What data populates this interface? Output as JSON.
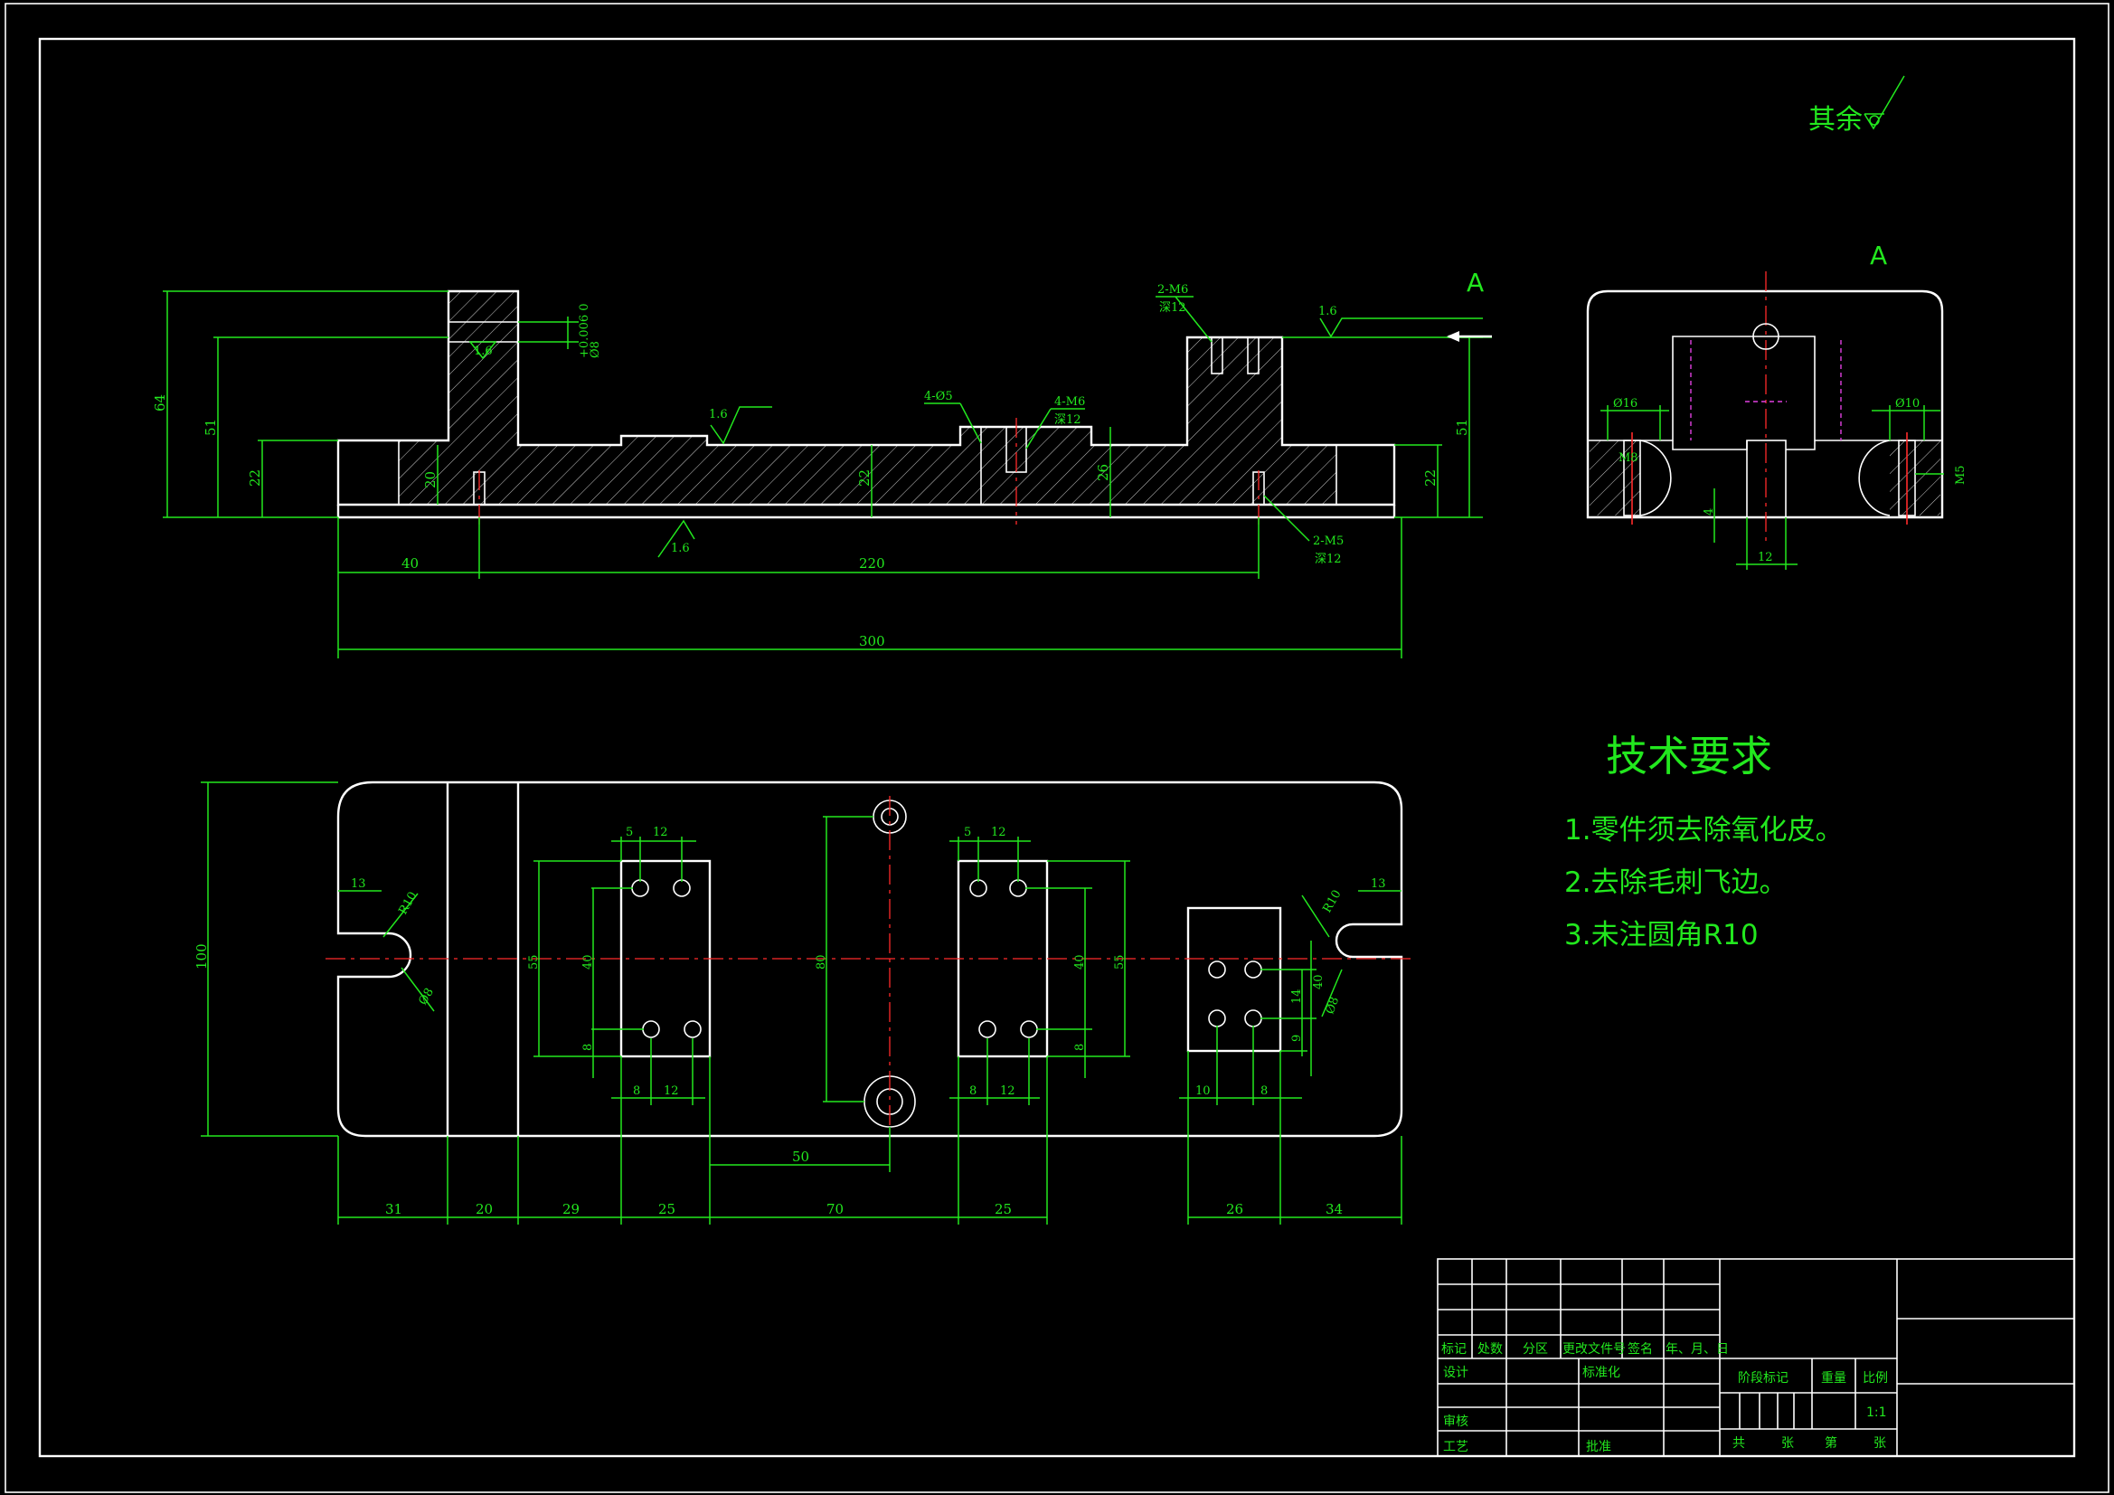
{
  "drawing": {
    "rough_note": "其余",
    "section_labels": [
      "A",
      "A"
    ],
    "tech_title": "技术要求",
    "tech_items": [
      "1.零件须去除氧化皮。",
      "2.去除毛刺飞边。",
      "3.未注圆角R10"
    ],
    "front_dims": {
      "d64": "64",
      "d51l": "51",
      "d22l": "22",
      "d20": "20",
      "d22m": "22",
      "d26": "26",
      "d51r": "51",
      "d22r": "22",
      "d40": "40",
      "d220": "220",
      "d300": "300",
      "r16a": "1.6",
      "r16b": "1.6",
      "r16c": "1.6",
      "r16d": "1.6",
      "hole_m6": "2-M6",
      "depth12a": "深12",
      "hole_4d5": "4-Ø5",
      "hole_4m6": "4-M6",
      "depth12b": "深12",
      "hole_m5": "2-M5",
      "depth12c": "深12",
      "fit": "Ø8",
      "fit_tol": "+0.006 0"
    },
    "side_dims": {
      "d16": "Ø16",
      "m8": "M8",
      "d10": "Ø10",
      "m5": "M5",
      "d12": "12",
      "d4": "4"
    },
    "plan_dims": {
      "d100": "100",
      "d13l": "13",
      "r10l": "R10",
      "d8l": "Ø8",
      "d5a": "5",
      "d12a": "12",
      "d55a": "55",
      "d40a": "40",
      "d8a": "8",
      "d8b": "8",
      "d12b": "12",
      "d80": "80",
      "d5c": "5",
      "d12c": "12",
      "d40c": "40",
      "d55c": "55",
      "d8c": "8",
      "d8d": "8",
      "d12d": "12",
      "d13r": "13",
      "r10r": "R10",
      "d40r": "40",
      "d14": "14",
      "d9": "9",
      "d8r": "Ø8",
      "d10": "10",
      "d8e": "8",
      "d50": "50",
      "b31": "31",
      "b20": "20",
      "b29": "29",
      "b25a": "25",
      "b70": "70",
      "b25b": "25",
      "b26": "26",
      "b34": "34"
    }
  },
  "title_block": {
    "mark": "标记",
    "count": "处数",
    "zone": "分区",
    "doc_no": "更改文件号",
    "sign": "签名",
    "date": "年、月、日",
    "design": "设计",
    "standard": "标准化",
    "review": "审核",
    "process": "工艺",
    "approve": "批准",
    "stage_mark": "阶段标记",
    "weight": "重量",
    "scale": "比例",
    "scale_value": "1:1",
    "total": "共",
    "sheets": "张",
    "page_no": "第",
    "sheet_word": "张"
  }
}
